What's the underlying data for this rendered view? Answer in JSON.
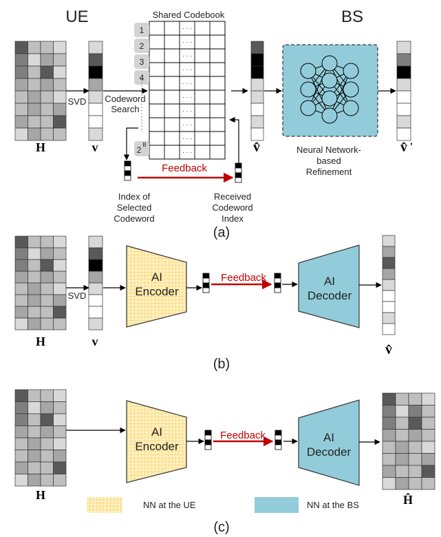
{
  "section_a": {
    "ue_label": "UE",
    "bs_label": "BS",
    "codebook_title": "Shared Codebook",
    "codebook_indices": [
      "1",
      "2",
      "3",
      "4"
    ],
    "codebook_last_index": "2",
    "codebook_last_index_exp": "B",
    "dots": "· · ·",
    "svd_label": "SVD",
    "codeword_search_line1": "Codeword",
    "codeword_search_line2": "Search",
    "feedback_label": "Feedback",
    "index_selected": [
      "Index of",
      "Selected",
      "Codeword"
    ],
    "received_index": [
      "Received",
      "Codeword",
      "Index"
    ],
    "nn_refinement": [
      "Neural Network-",
      "based",
      "Refinement"
    ],
    "sym_H": "H",
    "sym_v": "v",
    "sym_vhat": "v̂",
    "sym_vhat_prime": "v̂",
    "prime": "'",
    "caption": "(a)"
  },
  "section_b": {
    "svd_label": "SVD",
    "encoder_line1": "AI",
    "encoder_line2": "Encoder",
    "decoder_line1": "AI",
    "decoder_line2": "Decoder",
    "feedback_label": "Feedback",
    "sym_H": "H",
    "sym_v": "v",
    "sym_vhat": "v̂",
    "caption": "(b)"
  },
  "section_c": {
    "encoder_line1": "AI",
    "encoder_line2": "Encoder",
    "decoder_line1": "AI",
    "decoder_line2": "Decoder",
    "feedback_label": "Feedback",
    "sym_H": "H",
    "sym_Hhat": "Ĥ",
    "caption": "(c)"
  },
  "legend": {
    "ue_nn": "NN at the UE",
    "bs_nn": "NN at the BS"
  },
  "colors": {
    "bs_fill": "#92CCDA",
    "ue_grid_fill": "#FFF0C0",
    "ue_grid_line": "#F2C23C",
    "feedback_arrow": "#C00000",
    "index_badge": "#D3D3D3"
  }
}
